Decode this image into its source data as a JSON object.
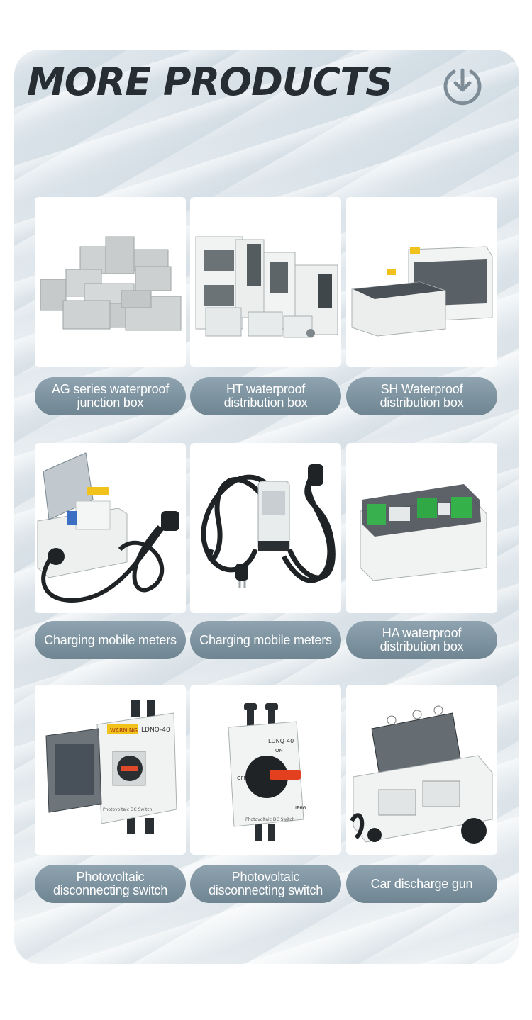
{
  "section": {
    "title": "MORE PRODUCTS",
    "icon": "download-circle-icon"
  },
  "colors": {
    "label_background": "#7a8f9c",
    "title_text": "#262d33",
    "icon": "#7d8c96"
  },
  "products": [
    {
      "name": "AG series waterproof junction box",
      "line1": "AG series waterproof",
      "line2": "junction box",
      "image": "grey-junction-boxes-icon"
    },
    {
      "name": "HT waterproof distribution box",
      "line1": "HT waterproof",
      "line2": "distribution box",
      "image": "white-distribution-boxes-icon"
    },
    {
      "name": "SH Waterproof distribution box",
      "line1": "SH Waterproof",
      "line2": "distribution box",
      "image": "long-distribution-boxes-icon"
    },
    {
      "name": "Charging mobile meters",
      "line1": "Charging mobile meters",
      "line2": "",
      "image": "meter-box-with-cable-icon"
    },
    {
      "name": "Charging mobile meters",
      "line1": "Charging mobile meters",
      "line2": "",
      "image": "inline-meter-cable-icon"
    },
    {
      "name": "HA waterproof distribution box",
      "line1": "HA waterproof",
      "line2": "distribution box",
      "image": "green-breaker-box-icon"
    },
    {
      "name": "Photovoltaic disconnecting switch",
      "line1": "Photovoltaic",
      "line2": "disconnecting switch",
      "image": "pv-switch-open-lid-icon"
    },
    {
      "name": "Photovoltaic disconnecting switch",
      "line1": "Photovoltaic",
      "line2": "disconnecting switch",
      "image": "pv-switch-rotary-icon"
    },
    {
      "name": "Car discharge gun",
      "line1": "Car discharge gun",
      "line2": "",
      "image": "weatherproof-socket-icon"
    }
  ],
  "product_image_text": {
    "warning_label": "WARNING",
    "switch_model": "LDNQ-40",
    "switch_on": "ON",
    "switch_off": "OFF",
    "ip_rating": "IP66",
    "switch_caption": "Photovoltaic DC Switch"
  }
}
